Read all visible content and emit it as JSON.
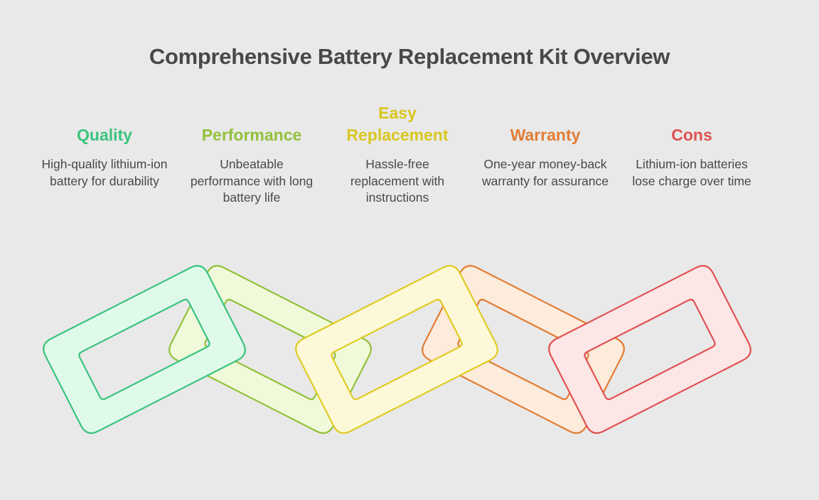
{
  "title": "Comprehensive Battery Replacement Kit Overview",
  "columns": [
    {
      "heading": "Quality",
      "description": "High-quality lithium-ion battery for durability",
      "color": "#3cc37e",
      "fill": "#e0faea"
    },
    {
      "heading": "Performance",
      "description": "Unbeatable performance with long battery life",
      "color": "#93c13c",
      "fill": "#f0fadb"
    },
    {
      "heading": "Easy Replacement",
      "description": "Hassle-free replacement with instructions",
      "color": "#e0cb25",
      "fill": "#fdf9d8"
    },
    {
      "heading": "Warranty",
      "description": "One-year money-back warranty for assurance",
      "color": "#e27d34",
      "fill": "#fdebdc"
    },
    {
      "heading": "Cons",
      "description": "Lithium-ion batteries lose charge over time",
      "color": "#e05252",
      "fill": "#fde6e6"
    }
  ]
}
